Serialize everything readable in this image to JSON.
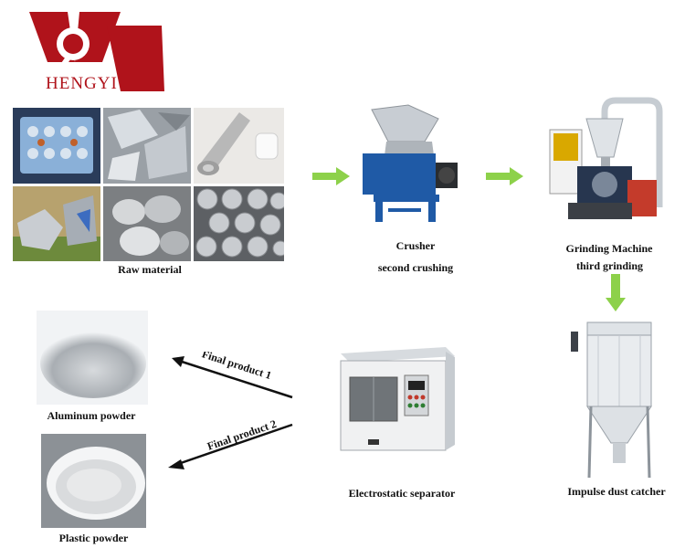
{
  "logo": {
    "text": "HENGYI",
    "color": "#b0131b"
  },
  "colors": {
    "flow_arrow": "#8dd14a",
    "output_arrow": "#111111"
  },
  "stages": {
    "raw_material": {
      "label": "Raw material"
    },
    "crusher": {
      "title": "Crusher",
      "subtitle": "second crushing"
    },
    "grinding": {
      "title": "Grinding Machine",
      "subtitle": "third grinding"
    },
    "dust_catcher": {
      "label": "Impulse dust catcher"
    },
    "separator": {
      "label": "Electrostatic separator"
    },
    "aluminum_powder": {
      "label": "Aluminum powder"
    },
    "plastic_powder": {
      "label": "Plastic powder"
    }
  },
  "outputs": {
    "product1": "Final product 1",
    "product2": "Final product 2"
  }
}
